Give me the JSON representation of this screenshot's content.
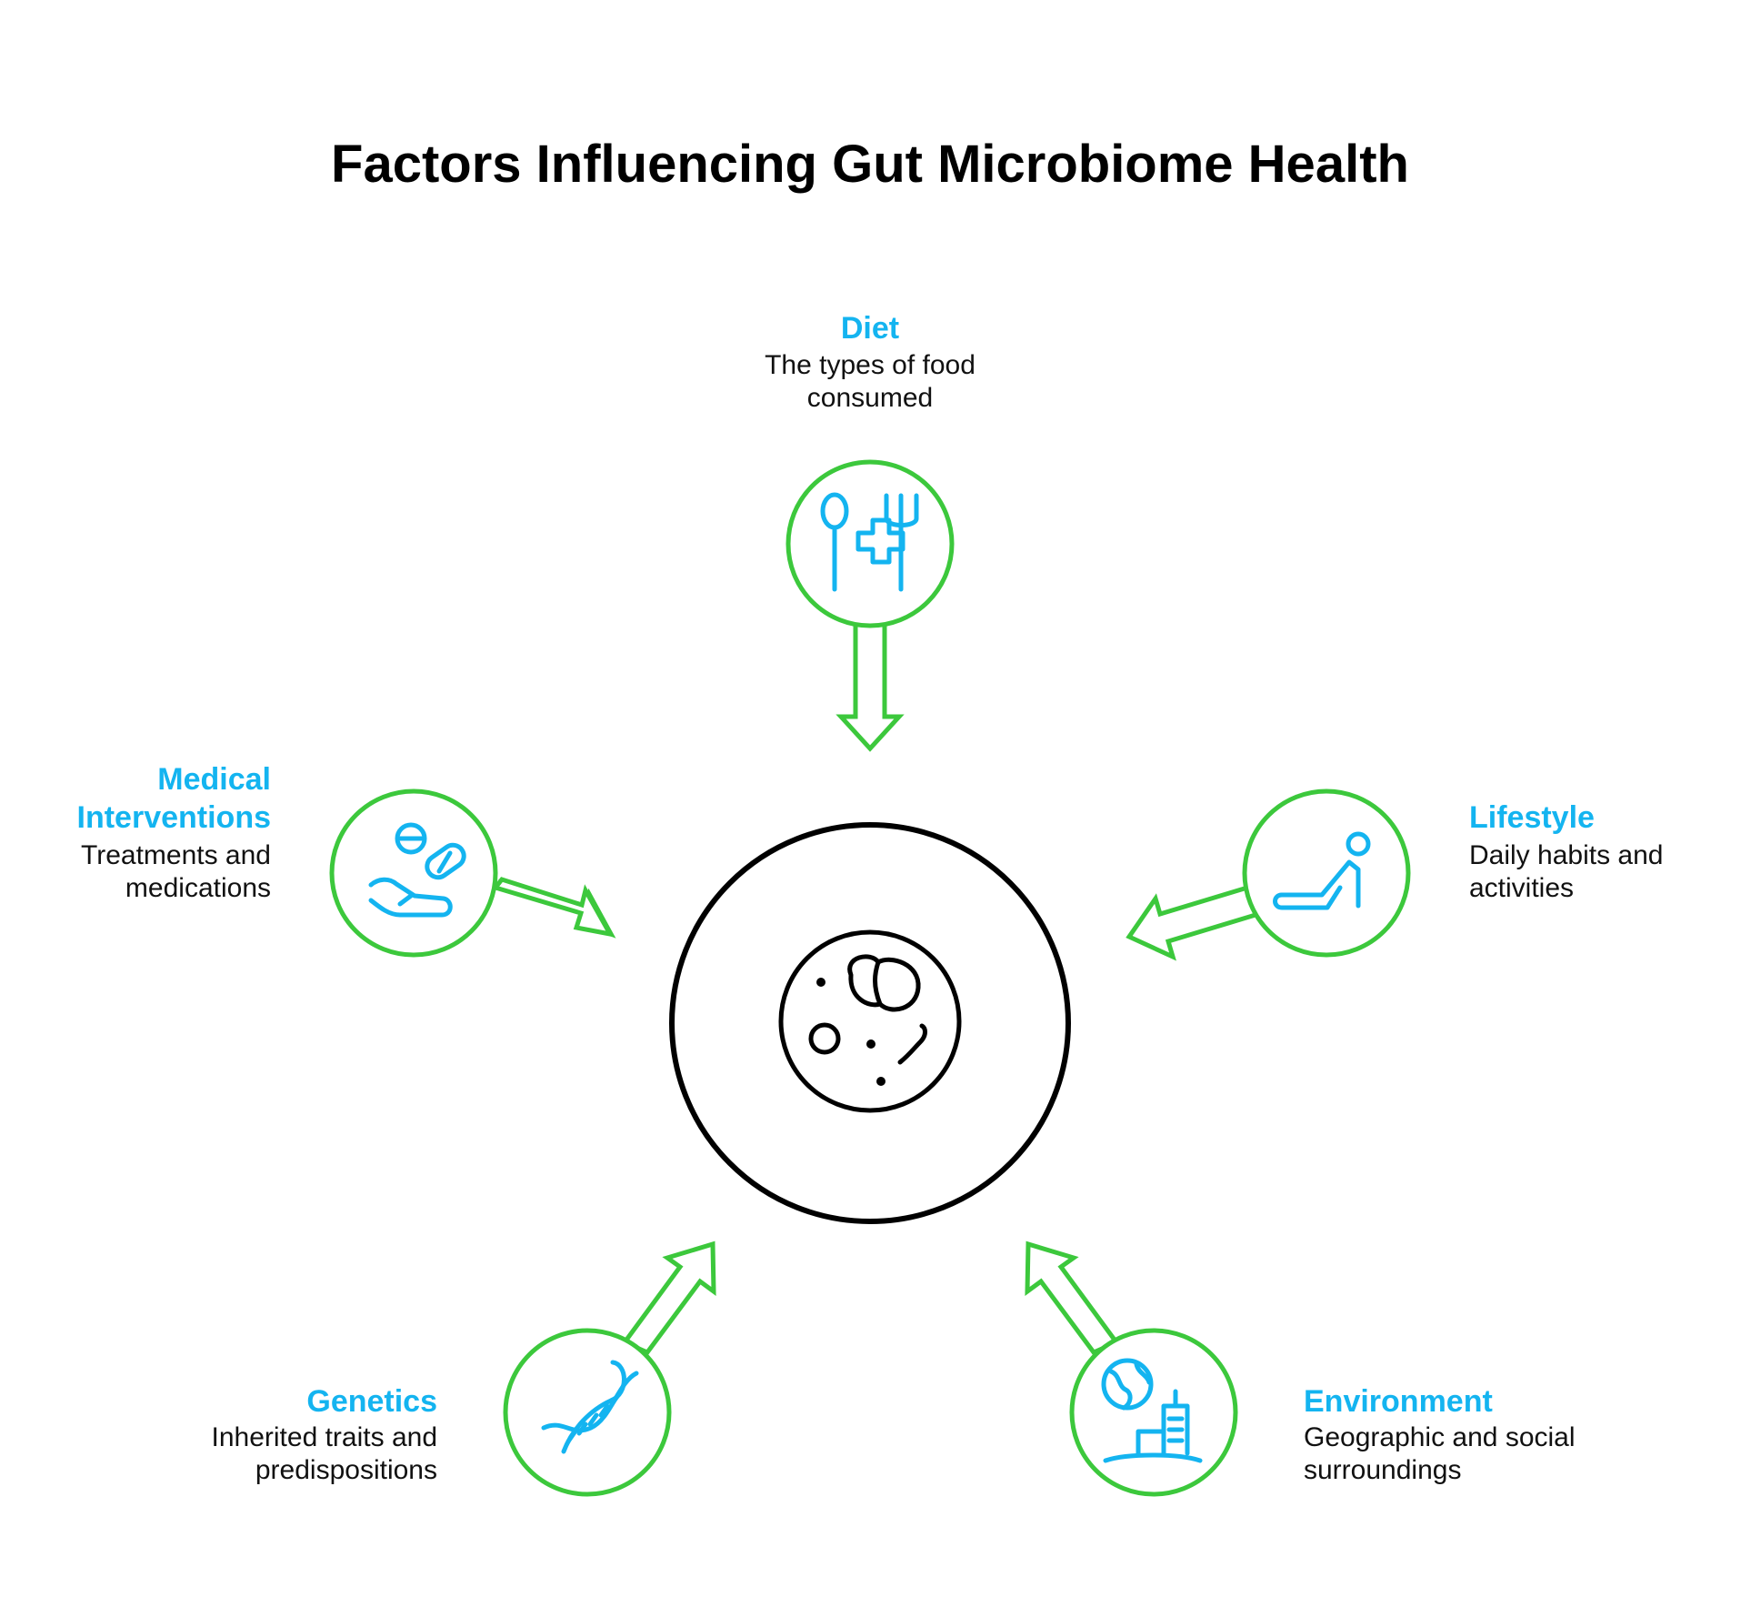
{
  "title": "Factors Influencing Gut Microbiome Health",
  "colors": {
    "accent_green": "#3cc83c",
    "label_blue": "#14b4f0",
    "center_black": "#000000",
    "text_dark": "#111111"
  },
  "center": {
    "icon": "microbe-petri-dish-icon"
  },
  "factors": {
    "diet": {
      "title": "Diet",
      "desc_line1": "The types of food",
      "desc_line2": "consumed",
      "icon": "utensils-health-cross-icon"
    },
    "medical": {
      "title_line1": "Medical",
      "title_line2": "Interventions",
      "desc_line1": "Treatments and",
      "desc_line2": "medications",
      "icon": "pills-in-hand-icon"
    },
    "lifestyle": {
      "title": "Lifestyle",
      "desc_line1": "Daily habits and",
      "desc_line2": "activities",
      "icon": "stretching-person-icon"
    },
    "genetics": {
      "title": "Genetics",
      "desc_line1": "Inherited traits and",
      "desc_line2": "predispositions",
      "icon": "dna-helix-icon"
    },
    "environment": {
      "title": "Environment",
      "desc_line1": "Geographic and social",
      "desc_line2": "surroundings",
      "icon": "globe-city-icon"
    }
  }
}
